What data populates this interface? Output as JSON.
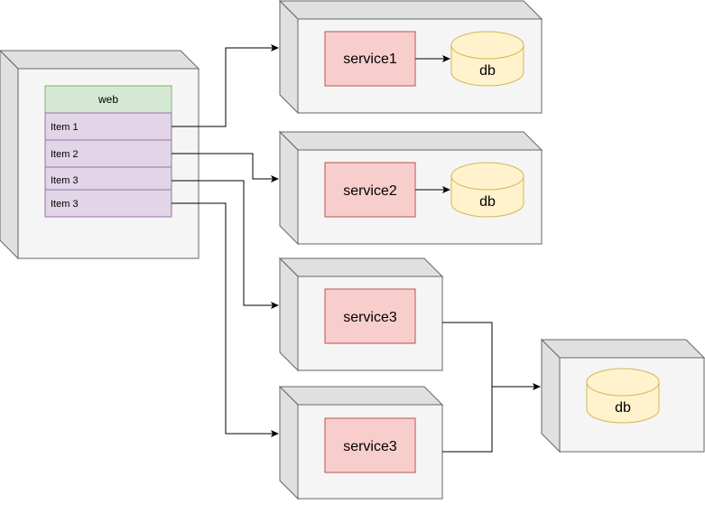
{
  "web_node": {
    "header": "web",
    "items": [
      "Item 1",
      "Item 2",
      "Item 3",
      "Item 3"
    ]
  },
  "nodes": [
    {
      "service": "service1",
      "db": "db"
    },
    {
      "service": "service2",
      "db": "db"
    },
    {
      "service": "service3"
    },
    {
      "service": "service3"
    }
  ],
  "shared_db": {
    "label": "db"
  },
  "colors": {
    "node_front": "#f5f5f5",
    "node_side": "#e0e0e0",
    "node_stroke": "#666666",
    "web_header_fill": "#d5e8d4",
    "web_header_stroke": "#82b366",
    "web_item_fill": "#e1d5e7",
    "web_item_stroke": "#9673a6",
    "service_fill": "#f8cecc",
    "service_stroke": "#b85450",
    "db_fill": "#fff2cc",
    "db_stroke": "#d6b656",
    "edge": "#000000"
  }
}
